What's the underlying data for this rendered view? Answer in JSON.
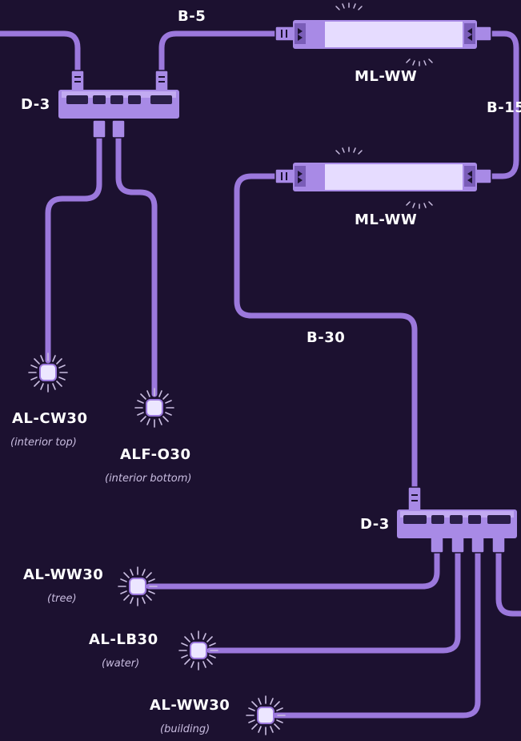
{
  "cables": {
    "top": "B-5",
    "right": "B-15",
    "middle": "B-30"
  },
  "dividers": {
    "top": "D-3",
    "bottom": "D-3"
  },
  "modules": {
    "top": "ML-WW",
    "middle": "ML-WW"
  },
  "lights": [
    {
      "name": "AL-CW30",
      "location": "(interior top)"
    },
    {
      "name": "ALF-O30",
      "location": "(interior bottom)"
    },
    {
      "name": "AL-WW30",
      "location": "(tree)"
    },
    {
      "name": "AL-LB30",
      "location": "(water)"
    },
    {
      "name": "AL-WW30",
      "location": "(building)"
    }
  ],
  "colors": {
    "background": "#1c1130",
    "cable": "#9b78dc",
    "device": "#a88ae6",
    "module_glow": "#e6dcff",
    "port": "#2a1e48"
  }
}
